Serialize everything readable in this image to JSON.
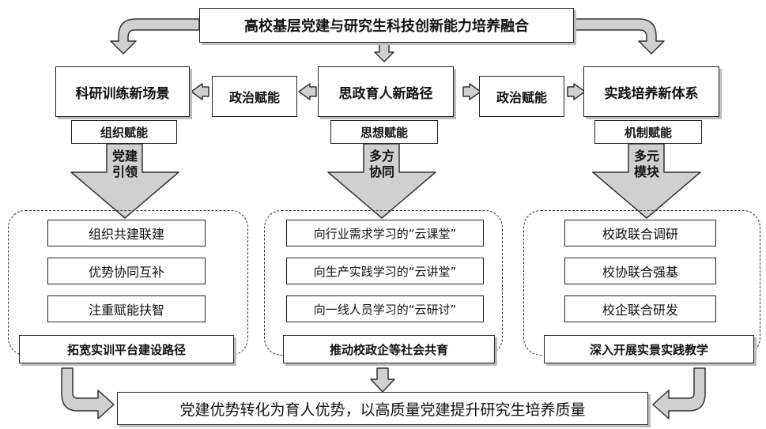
{
  "top": {
    "title": "高校基层党建与研究生科技创新能力培养融合"
  },
  "columns": {
    "left": {
      "heading": "科研训练新场景",
      "tag": "组织赋能",
      "arrow_label_1": "党建",
      "arrow_label_2": "引领",
      "items": [
        "组织共建联建",
        "优势协同互补",
        "注重赋能扶智"
      ],
      "footer": "拓宽实训平台建设路径"
    },
    "center": {
      "heading": "思政育人新路径",
      "tag": "思想赋能",
      "arrow_label_1": "多方",
      "arrow_label_2": "协同",
      "items": [
        "向行业需求学习的“云课堂”",
        "向生产实践学习的“云讲堂”",
        "向一线人员学习的“云研讨”"
      ],
      "footer": "推动校政企等社会共育"
    },
    "right": {
      "heading": "实践培养新体系",
      "tag": "机制赋能",
      "arrow_label_1": "多元",
      "arrow_label_2": "模块",
      "items": [
        "校政联合调研",
        "校协联合强基",
        "校企联合研发"
      ],
      "footer": "深入开展实景实践教学"
    }
  },
  "connectors": {
    "left": "政治赋能",
    "right": "政治赋能"
  },
  "bottom": {
    "conclusion": "党建优势转化为育人优势，以高质量党建提升研究生培养质量"
  }
}
